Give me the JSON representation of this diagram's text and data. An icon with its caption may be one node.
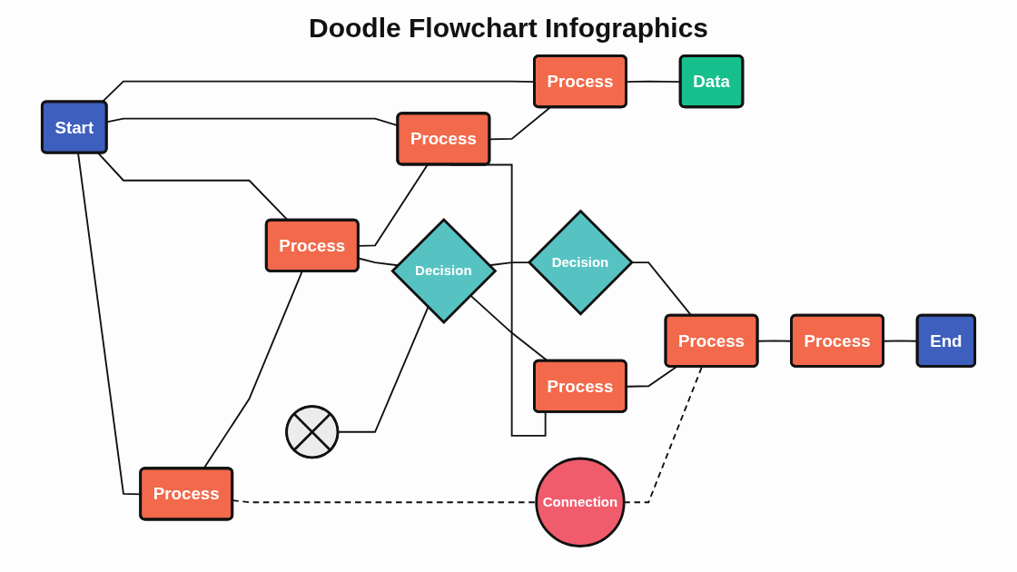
{
  "diagram": {
    "title": "Doodle Flowchart Infographics",
    "nodes": [
      {
        "text": [
          "Start"
        ]
      },
      {
        "text": [
          "Process"
        ]
      },
      {
        "text": [
          "Process"
        ]
      },
      {
        "text": [
          "Process"
        ]
      },
      {
        "text": [
          "Process"
        ]
      },
      {
        "text": [],
        "shape": "circle"
      },
      {
        "text": [
          "Decision"
        ]
      },
      {
        "text": [
          "Process"
        ]
      },
      {
        "text": [
          "Data"
        ]
      },
      {
        "text": [
          "Decision"
        ]
      },
      {
        "text": [
          "Process"
        ]
      },
      {
        "text": [
          "Process"
        ]
      },
      {
        "text": [
          "Connection"
        ]
      },
      {
        "text": [
          "End"
        ]
      }
    ],
    "edges": [
      {
        "from": 0,
        "to": 1,
        "arrow": "none"
      },
      {
        "from": 0,
        "to": 2,
        "arrow": "none"
      },
      {
        "from": 0,
        "to": 3,
        "arrow": "none"
      },
      {
        "from": 0,
        "to": 4,
        "arrow": "none"
      },
      {
        "from": 1,
        "to": 2,
        "arrow": "none"
      },
      {
        "from": 2,
        "to": 3,
        "arrow": "none"
      },
      {
        "from": 3,
        "to": 4,
        "arrow": "none"
      },
      {
        "from": 2,
        "to": 6,
        "arrow": "none"
      },
      {
        "from": 5,
        "to": 6,
        "arrow": "none"
      },
      {
        "from": 6,
        "to": 7,
        "arrow": "none"
      },
      {
        "from": 3,
        "to": 7,
        "arrow": "none"
      },
      {
        "from": 4,
        "to": 8,
        "arrow": "none"
      },
      {
        "from": 6,
        "to": 9,
        "arrow": "none"
      },
      {
        "from": 9,
        "to": 10,
        "arrow": "none"
      },
      {
        "from": 7,
        "to": 10,
        "arrow": "none"
      },
      {
        "from": 10,
        "to": 11,
        "arrow": "none"
      },
      {
        "from": 11,
        "to": 13,
        "arrow": "none"
      },
      {
        "from": 1,
        "to": 12,
        "arrow": "none",
        "style": "dashed"
      },
      {
        "from": 12,
        "to": 10,
        "arrow": "none",
        "style": "dashed"
      }
    ]
  }
}
